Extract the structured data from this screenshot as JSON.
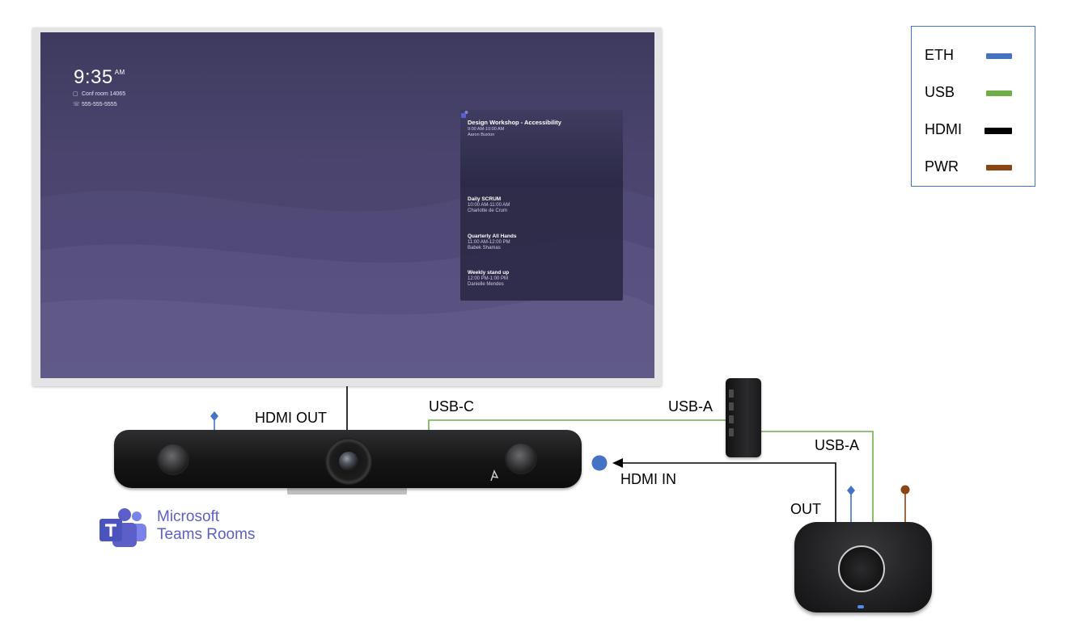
{
  "display": {
    "time": "9:35",
    "ampm": "AM",
    "room": "Conf room 14065",
    "phone": "555-555-5555",
    "meetings": [
      {
        "title": "Design Workshop - Accessibility",
        "time": "9:00 AM-10:00 AM",
        "organizer": "Aaron Buxton"
      },
      {
        "title": "Daily SCRUM",
        "time": "10:00 AM-11:00 AM",
        "organizer": "Charlotte de Crum"
      },
      {
        "title": "Quarterly All Hands",
        "time": "11:00 AM-12:00 PM",
        "organizer": "Babek Shamas"
      },
      {
        "title": "Weekly stand up",
        "time": "12:00 PM-1:00 PM",
        "organizer": "Danielle Mendes"
      }
    ]
  },
  "legend": {
    "items": [
      {
        "label": "ETH",
        "color": "#4472c4"
      },
      {
        "label": "USB",
        "color": "#70ad47"
      },
      {
        "label": "HDMI",
        "color": "#000000"
      },
      {
        "label": "PWR",
        "color": "#8b4513"
      }
    ]
  },
  "labels": {
    "hdmi_out": "HDMI OUT",
    "usb_c": "USB-C",
    "usb_a_hub": "USB-A",
    "usb_a_receiver": "USB-A",
    "hdmi_in": "HDMI IN",
    "out": "OUT"
  },
  "teams": {
    "line1": "Microsoft",
    "line2": "Teams Rooms"
  },
  "colors": {
    "eth": "#4472c4",
    "usb": "#70ad47",
    "hdmi": "#000000",
    "pwr": "#8b4513",
    "teams_purple": "#5b5fc7"
  }
}
